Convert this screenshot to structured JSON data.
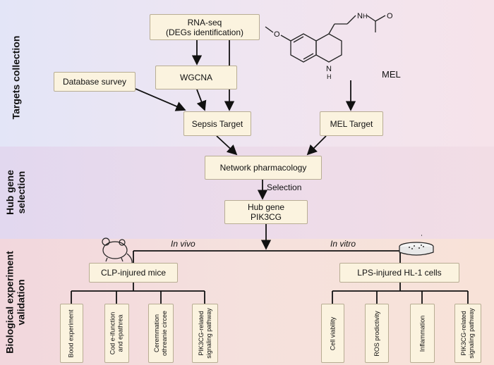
{
  "sections": {
    "targets": "Targets collection",
    "hub": "Hub gene\nselection",
    "bio": "Biological experiment\nvalidation"
  },
  "nodes": {
    "rnaseq": "RNA-seq\n(DEGs identification)",
    "wgcna": "WGCNA",
    "database": "Database survey",
    "sepsis": "Sepsis Target",
    "mel_target": "MEL Target",
    "mel": "MEL",
    "network": "Network pharmacology",
    "selection": "Selection",
    "hub": "Hub gene\nPIK3CG",
    "invivo": "In vivo",
    "invitro": "In vitro",
    "clp": "CLP-injured mice",
    "lps": "LPS-injured HL-1 cells"
  },
  "invivo_tests": [
    "Bood experiment",
    "Cod e-ifunction\nand epathrea",
    "Ceremmation\nothreanie circee",
    "PIK3CG-related\nsignaling pathway"
  ],
  "invitro_tests": [
    "Cell viability",
    "ROS prodictivity",
    "Inflammation",
    "PIK3CG-related\nsignaling pathway"
  ],
  "molecule_labels": {
    "nh_chain": "N",
    "h_chain": "H",
    "o_top": "O",
    "o_methoxy": "O",
    "n_ring": "N",
    "h_ring": "H"
  }
}
